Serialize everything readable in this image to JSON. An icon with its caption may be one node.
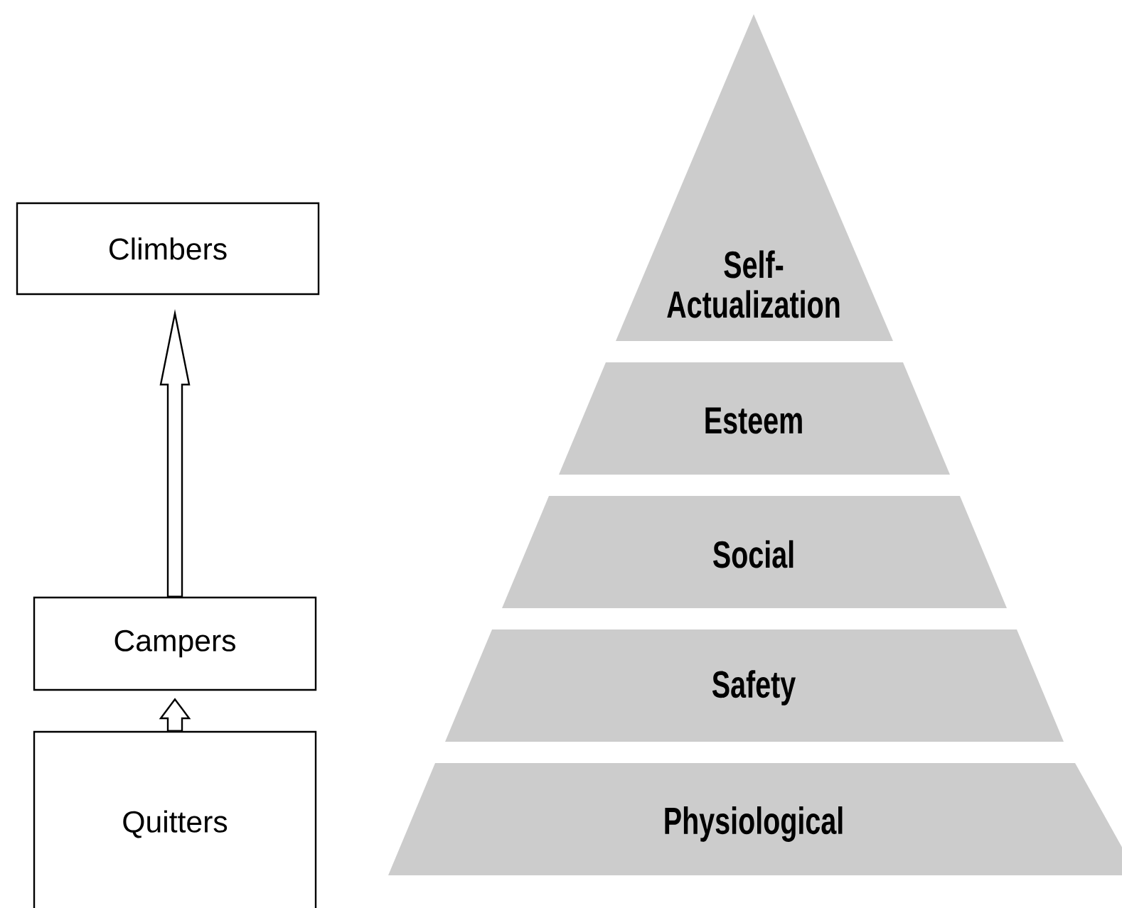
{
  "diagram": {
    "nodes": [
      {
        "text": [
          "Climbers"
        ]
      },
      {
        "text": [
          "Campers"
        ]
      },
      {
        "text": [
          "Quitters"
        ]
      },
      {
        "text": [
          "Self-Actualization"
        ]
      },
      {
        "text": [
          "Esteem"
        ]
      },
      {
        "text": [
          "Social"
        ]
      },
      {
        "text": [
          "Safety"
        ]
      },
      {
        "text": [
          "Physiological"
        ]
      }
    ],
    "edges": [
      {
        "from": 1,
        "to": 0,
        "arrow": "to"
      },
      {
        "from": 2,
        "to": 1,
        "arrow": "to"
      }
    ]
  }
}
